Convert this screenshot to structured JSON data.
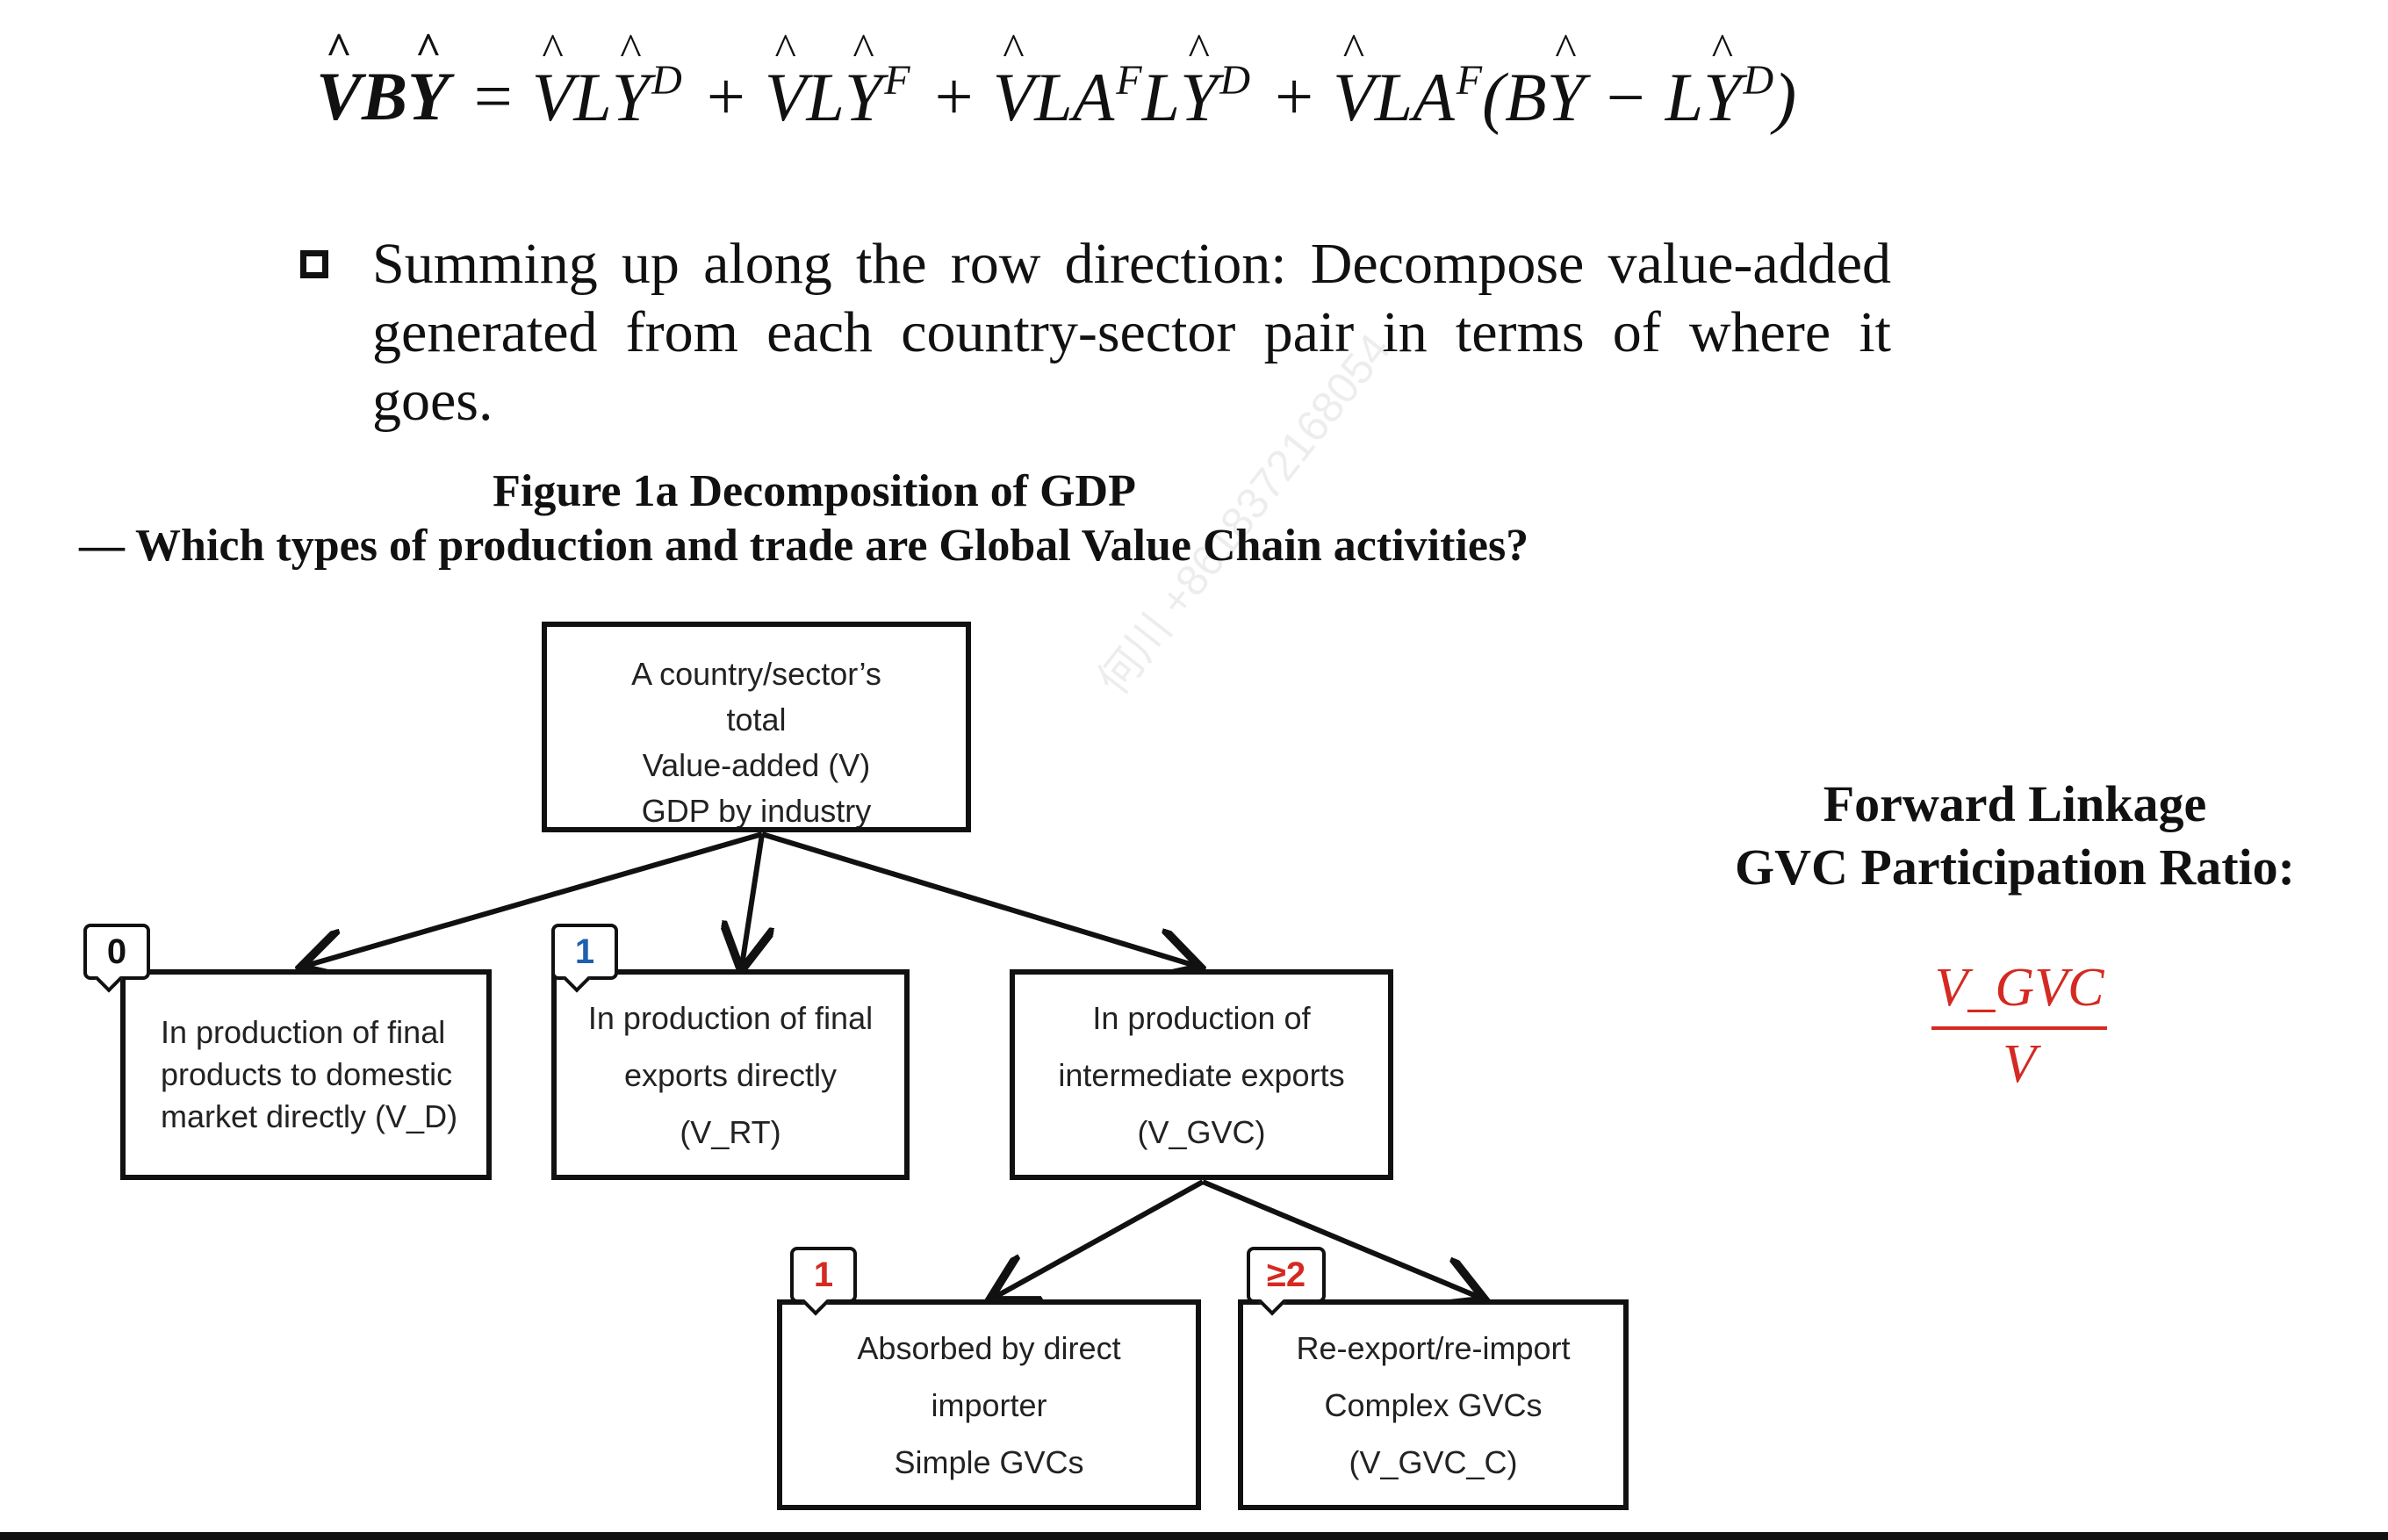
{
  "formula": {
    "lhs": [
      "V",
      "B",
      "Y"
    ],
    "rhs_terms": [
      {
        "parts": [
          "V",
          "L",
          "Y"
        ],
        "sup": "D"
      },
      {
        "parts": [
          "V",
          "L",
          "Y"
        ],
        "sup": "F"
      },
      {
        "parts": [
          "V",
          "L",
          "A",
          "L",
          "Y"
        ],
        "sup_a": "F",
        "sup": "D"
      },
      {
        "text": "VLA",
        "sup": "F",
        "paren": "(BY − LY",
        "paren_sup": "D",
        "close": ")"
      }
    ],
    "equals": "=",
    "plus": "+"
  },
  "bullet": {
    "text": "Summing up along the row direction: Decompose value-added generated from each country-sector pair in terms of where it goes."
  },
  "figure": {
    "title": "Figure 1a Decomposition of GDP",
    "subtitle": "— Which types of production and trade are Global Value Chain activities?",
    "root": {
      "lines": [
        "A country/sector’s",
        "total",
        "Value-added (V)",
        "GDP by industry"
      ]
    },
    "domestic": {
      "lines": [
        "In production of final",
        "products to domestic",
        "market directly (V_D)"
      ],
      "badge": "0"
    },
    "rt": {
      "lines": [
        "In production of final",
        "exports directly",
        "(V_RT)"
      ],
      "badge": "1"
    },
    "gvc": {
      "lines": [
        "In production of",
        "intermediate exports",
        "(V_GVC)"
      ]
    },
    "simple": {
      "lines": [
        "Absorbed by direct",
        "importer",
        "Simple GVCs"
      ],
      "badge": "1"
    },
    "complex": {
      "lines": [
        "Re-export/re-import",
        "Complex GVCs",
        "(V_GVC_C)"
      ],
      "badge": "≥2"
    }
  },
  "side": {
    "title_line1": "Forward Linkage",
    "title_line2": "GVC Participation Ratio:",
    "ratio_num": "V_GVC",
    "ratio_den": "V"
  },
  "watermark": "何川 +8618372168054",
  "colors": {
    "badge_black": "#111111",
    "badge_blue": "#1f5fb0",
    "badge_red": "#d42a22",
    "ratio": "#d42a22"
  }
}
